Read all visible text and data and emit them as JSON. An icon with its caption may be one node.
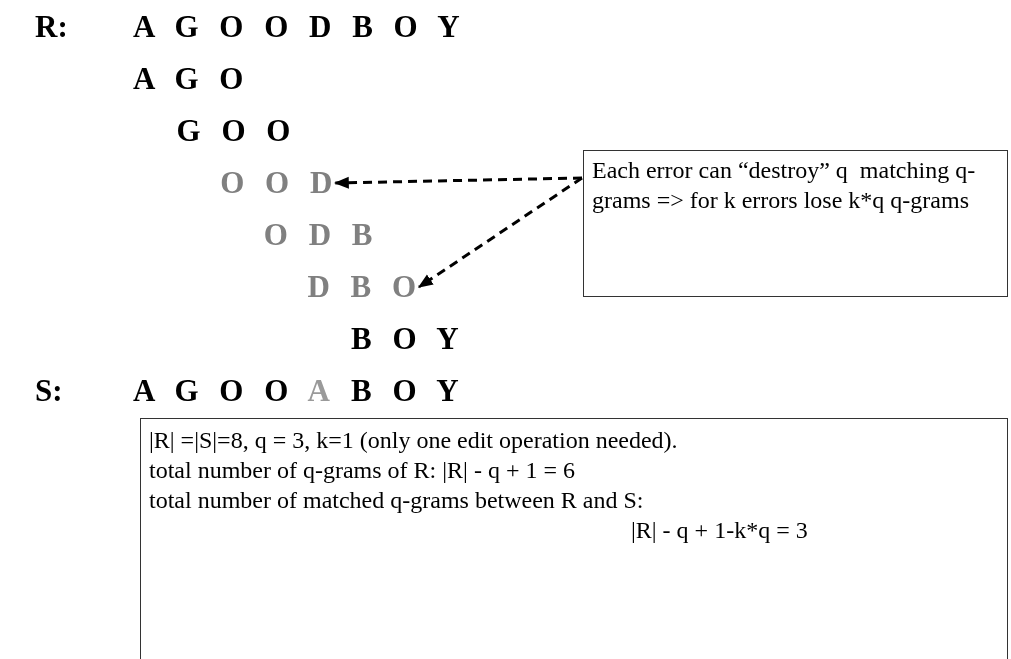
{
  "diagram": {
    "nodes": [
      {
        "text": [
          "Each error can “destroy” q  matching q-grams => for k errors lose k*q q-grams"
        ]
      },
      {
        "text": [
          "O O D"
        ]
      },
      {
        "text": [
          "D B O"
        ]
      },
      {
        "text": [
          "|R| =|S|=8, q = 3, k=1 (only one edit operation needed).",
          "total number of q-grams of R: |R| - q + 1 = 6",
          "total number of matched q-grams between R and S:",
          "|R| - q + 1-k*q = 3"
        ]
      }
    ],
    "edges": [
      {
        "from": 0,
        "to": 1,
        "arrow": "to",
        "style": "dashed"
      },
      {
        "from": 0,
        "to": 2,
        "arrow": "to",
        "style": "dashed"
      }
    ],
    "labels": [
      "R:",
      "A G O O D B O Y",
      "A G O",
      "G O O",
      "O D B",
      "B O Y",
      "S:",
      "A G O O",
      "A",
      "B O Y"
    ]
  }
}
